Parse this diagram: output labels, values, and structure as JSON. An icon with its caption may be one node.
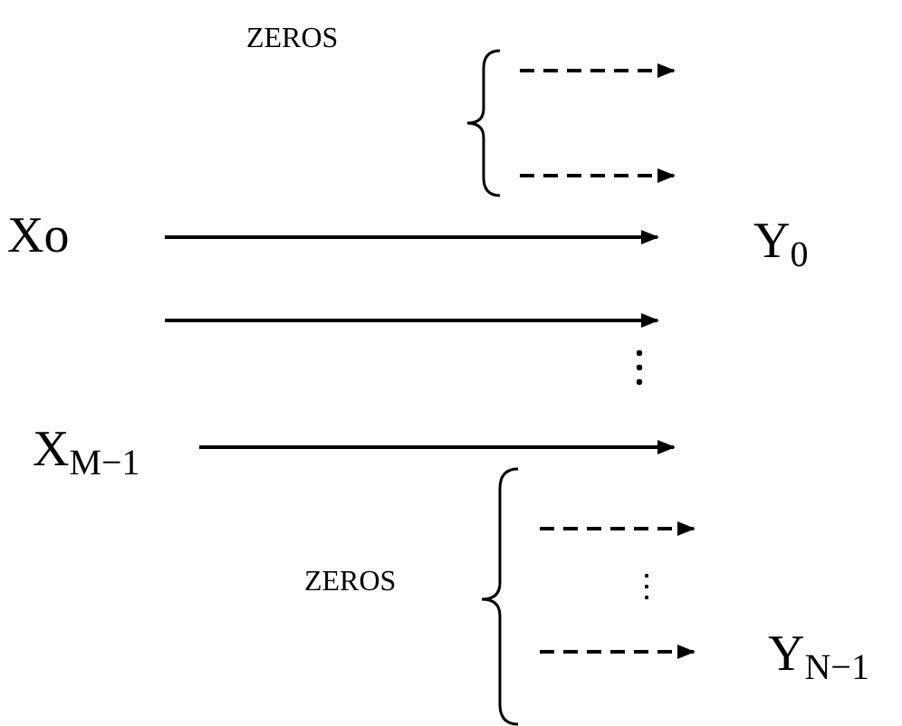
{
  "diagram": {
    "nodes": [
      {
        "text": [
          "Xo"
        ]
      },
      {
        "text": [
          "Y$_{0}$"
        ]
      },
      {
        "text": [
          "X$_{M−1}$"
        ]
      },
      {
        "text": [
          "Y$_{N−1}$"
        ]
      }
    ],
    "edges": [
      {
        "from": 0,
        "to": 1,
        "arrow": "to"
      },
      {
        "from": 2,
        "to": null,
        "arrow": "to"
      },
      {
        "from": null,
        "to": 3,
        "arrow": "to",
        "style": "dashed"
      }
    ],
    "labels": [
      "ZEROS",
      "ZEROS"
    ]
  }
}
